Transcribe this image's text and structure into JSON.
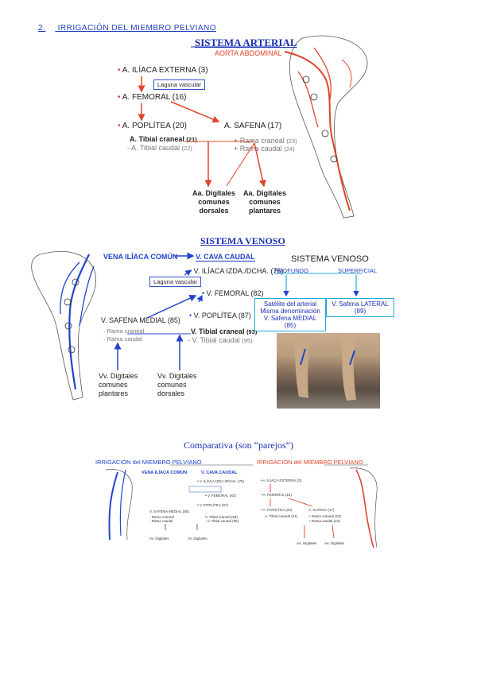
{
  "header": {
    "number": "2.",
    "title": "IRRIGACIÓN DEL MIEMBRO PELVIANO"
  },
  "arterial": {
    "title": "SISTEMA ARTERIAL",
    "aorta": "AORTA ABDOMINAL",
    "iliaca": "A. ILÍACA EXTERNA (3)",
    "laguna": "Laguna vascular",
    "femoral": "A. FEMORAL (16)",
    "poplitea": "A. POPLÍTEA (20)",
    "safena": "A. SAFENA (17)",
    "tibial_craneal": "A. Tibial craneal",
    "tibial_craneal_num": "(21)",
    "tibial_caudal": "- A. Tibial caudal",
    "tibial_caudal_num": "(22)",
    "rama_craneal": "+ Rama craneal",
    "rama_craneal_num": "(23)",
    "rama_caudal": "+ Rama caudal",
    "rama_caudal_num": "(24)",
    "dig_dorsales": "Aa. Digitales comunes dorsales",
    "dig_plantares": "Aa. Digitales comunes plantares"
  },
  "venoso": {
    "title": "SISTEMA VENOSO",
    "iliaca_comun": "VENA ILÍACA COMÚN",
    "cava": "V. CAVA CAUDAL",
    "iliaca_izda": "V. ILÍACA IZDA./DCHA. (76)",
    "laguna": "Laguna vascular",
    "femoral": "V. FEMORAL (82)",
    "poplitea": "V. POPLÍTEA (87)",
    "safena_medial": "V. SAFENA MEDIAL (85)",
    "rama_craneal": "- Rama craneal",
    "rama_caudal": "- Rama caudal",
    "tibial_craneal": "V. Tibial craneal",
    "tibial_craneal_num": "(93)",
    "tibial_caudal": "- V. Tibial caudal",
    "tibial_caudal_num": "(95)",
    "dig_plantares": "Vv. Digitales comunes plantares",
    "dig_dorsales": "Vv. Digitales comunes dorsales"
  },
  "venoso2": {
    "title": "SISTEMA VENOSO",
    "profundo": "PROFUNDO",
    "superficial": "SUPERFICIAL",
    "box1_line1": "Satélite del arterial",
    "box1_line2": "Misma denominación",
    "box1_line3": "V. Safena MEDIAL",
    "box1_line4": "(85)",
    "box2_line1": "V. Safena LATERAL",
    "box2_line2": "(89)"
  },
  "comparativa": {
    "title": "Comparativa (son “parejos”)",
    "left_header": "IRRIGACIÓN del MIEMBRO PELVIANO",
    "right_header": "IRRIGACIÓN del MIEMBRO PELVIANO"
  },
  "colors": {
    "arterial": "#e0442a",
    "venous": "#2244cc",
    "superficial": "#22aadd"
  }
}
